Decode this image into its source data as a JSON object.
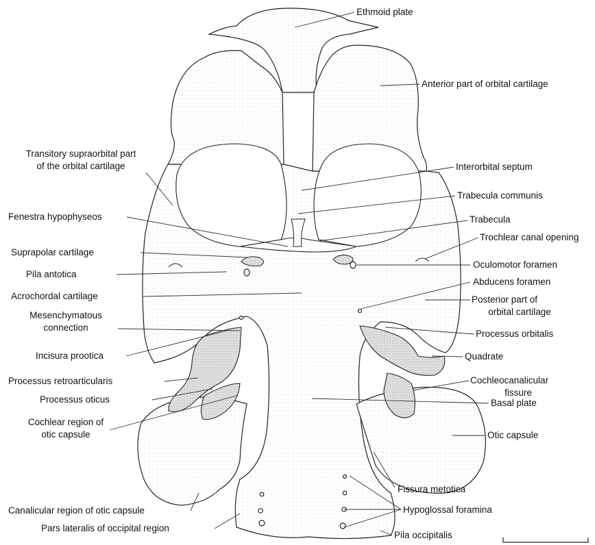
{
  "labels": {
    "ethmoid_plate": "Ethmoid plate",
    "anterior_orbital": "Anterior part of orbital cartilage",
    "transitory_1": "Transitory supraorbital part",
    "transitory_2": "of the orbital cartilage",
    "interorbital_septum": "Interorbital septum",
    "trabecula_communis": "Trabecula communis",
    "fenestra": "Fenestra hypophyseos",
    "trabecula": "Trabecula",
    "trochlear": "Trochlear canal opening",
    "suprapolar": "Suprapolar cartilage",
    "oculomotor": "Oculomotor foramen",
    "pila_antotica": "Pila antotica",
    "abducens": "Abducens foramen",
    "acrochordal": "Acrochordal cartilage",
    "posterior_orbital_1": "Posterior part of",
    "posterior_orbital_2": "orbital cartilage",
    "mesenchymatous_1": "Mesenchymatous",
    "mesenchymatous_2": "connection",
    "processus_orbitalis": "Processus orbitalis",
    "incisura": "Incisura prootica",
    "quadrate": "Quadrate",
    "retroarticularis": "Processus retroarticularis",
    "cochleocanalicular_1": "Cochleocanalicular",
    "cochleocanalicular_2": "fissure",
    "oticus": "Processus oticus",
    "basal_plate": "Basal plate",
    "cochlear_1": "Cochlear region of",
    "cochlear_2": "otic capsule",
    "otic_capsule": "Otic capsule",
    "fissura": "Fissura metotica",
    "canalicular": "Canalicular region of otic capsule",
    "hypoglossal": "Hypoglossal foramina",
    "pars_lateralis": "Pars lateralis of occipital region",
    "pila_occipitalis": "Pila occipitalis"
  }
}
